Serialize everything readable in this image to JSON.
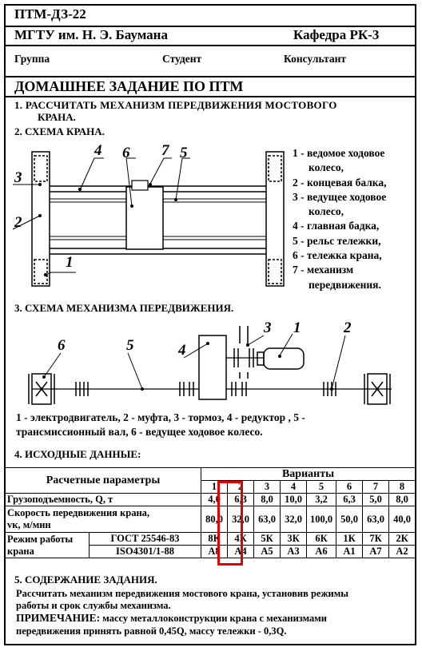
{
  "header": {
    "code": "ПТМ-ДЗ-22",
    "university": "МГТУ им. Н. Э. Баумана",
    "department": "Кафедра РК-3",
    "group_label": "Группа",
    "student_label": "Студент",
    "consultant_label": "Консультант"
  },
  "title": "ДОМАШНЕЕ ЗАДАНИЕ ПО ПТМ",
  "task1_line1": "1. РАССЧИТАТЬ  МЕХАНИЗМ  ПЕРЕДВИЖЕНИЯ  МОСТОВОГО",
  "task1_line2": "КРАНА.",
  "section2": "2. СХЕМА КРАНА.",
  "crane_legend": [
    "1 - ведомое ходовое",
    "колесо,",
    "2 - концевая балка,",
    "3 - ведущее ходовое",
    "колесо,",
    "4 - главная бадка,",
    "5 - рельс тележки,",
    "6 - тележка крана,",
    "7 - механизм",
    "передвижения."
  ],
  "crane_numbers": [
    "1",
    "2",
    "3",
    "4",
    "5",
    "6",
    "7"
  ],
  "section3": "3. СХЕМА МЕХАНИЗМА  ПЕРЕДВИЖЕНИЯ.",
  "mech_numbers": [
    "1",
    "2",
    "3",
    "4",
    "5",
    "6"
  ],
  "mech_legend_line1": "1 - электродвигатель, 2 - муфта, 3 - тормоз, 4 - редуктор , 5 -",
  "mech_legend_line2": "трансмиссионный вал, 6 -  ведущее ходовое колесо.",
  "section4": "4. ИСХОДНЫЕ ДАННЫЕ:",
  "table": {
    "params_header": "Расчетные параметры",
    "variants_header": "Варианты",
    "variants": [
      "1",
      "2",
      "3",
      "4",
      "5",
      "6",
      "7",
      "8"
    ],
    "load_label": "Грузоподъемность, Q, т",
    "load_values": [
      "4,0",
      "6,3",
      "8,0",
      "10,0",
      "3,2",
      "6,3",
      "5,0",
      "8,0"
    ],
    "speed_label_line1": "Скорость передвижения крана,",
    "speed_label_line2": "vк, м/мин",
    "speed_values": [
      "80,0",
      "32,0",
      "63,0",
      "32,0",
      "100,0",
      "50,0",
      "63,0",
      "40,0"
    ],
    "mode_label_line1": "Режим работы",
    "mode_label_line2": "крана",
    "gost_label": "ГОСТ 25546-83",
    "gost_values": [
      "8К",
      "4К",
      "5К",
      "3К",
      "6К",
      "1К",
      "7К",
      "2К"
    ],
    "iso_label": "ISO4301/1-88",
    "iso_values": [
      "А8",
      "А4",
      "А5",
      "А3",
      "А6",
      "А1",
      "А7",
      "А2"
    ]
  },
  "section5": "5. СОДЕРЖАНИЕ ЗАДАНИЯ.",
  "content_line1": "Рассчитать механизм передвижения  мостового крана, установив режимы",
  "content_line2": "работы и срок службы механизма.",
  "note_label": "ПРИМЕЧАНИЕ:",
  "note_line1_rest": "  массу металлоконструкции крана с механизмами",
  "note_line2": "передвижения принять равной 0,45Q, массу тележки - 0,3Q.",
  "highlight_color": "#e00000"
}
